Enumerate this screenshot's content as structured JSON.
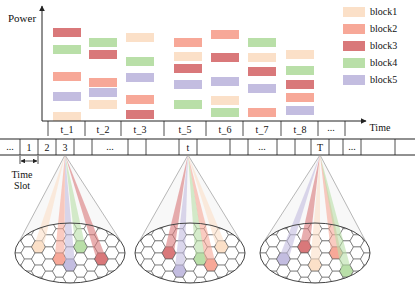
{
  "diagram": {
    "labels": [
      "Power",
      "Time",
      "t_1",
      "t_2",
      "t_3",
      "t_5",
      "t_6",
      "t_7",
      "t_8",
      "...",
      "...",
      "1",
      "2",
      "3",
      "...",
      "t",
      "...",
      "T",
      "...",
      "Time Slot"
    ],
    "legend": [
      {
        "text": "block1",
        "color": "#fbe0c8"
      },
      {
        "text": "block2",
        "color": "#f7a898"
      },
      {
        "text": "block3",
        "color": "#d9787a"
      },
      {
        "text": "block4",
        "color": "#b9dfa8"
      },
      {
        "text": "block5",
        "color": "#c3bde0"
      }
    ]
  }
}
